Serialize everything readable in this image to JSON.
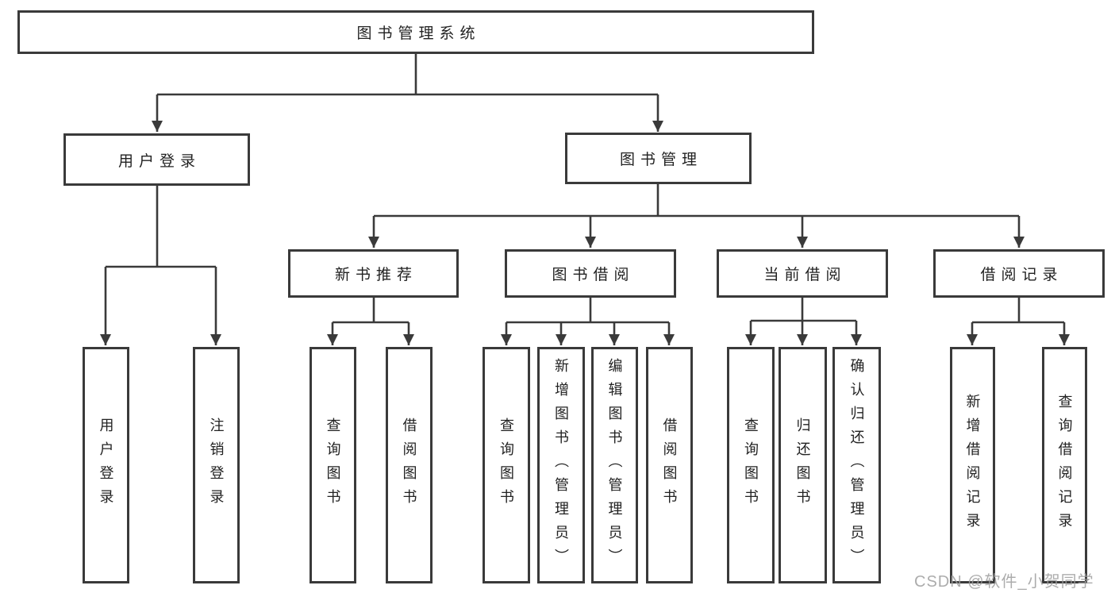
{
  "nodes": {
    "root": "图书管理系统",
    "user_login_group": "用户登录",
    "book_management_group": "图书管理",
    "new_book_recommend": "新书推荐",
    "book_borrowing": "图书借阅",
    "current_borrowing": "当前借阅",
    "borrowing_records": "借阅记录",
    "user_login": "用户登录",
    "logout": "注销登录",
    "nbr_query_books": "查询图书",
    "nbr_borrow_books": "借阅图书",
    "bb_query_books": "查询图书",
    "bb_add_books": "新增图书（管理员）",
    "bb_edit_books": "编辑图书（管理员）",
    "bb_borrow_books": "借阅图书",
    "cb_query_books": "查询图书",
    "cb_return_books": "归还图书",
    "cb_confirm_return": "确认归还（管理员）",
    "br_add_record": "新增借阅记录",
    "br_query_record": "查询借阅记录"
  },
  "watermark": "CSDN @软件_小贺同学",
  "colors": {
    "line": "#3a3a3a",
    "text": "#222222",
    "background": "#ffffff",
    "watermark": "#9e9e9e"
  }
}
